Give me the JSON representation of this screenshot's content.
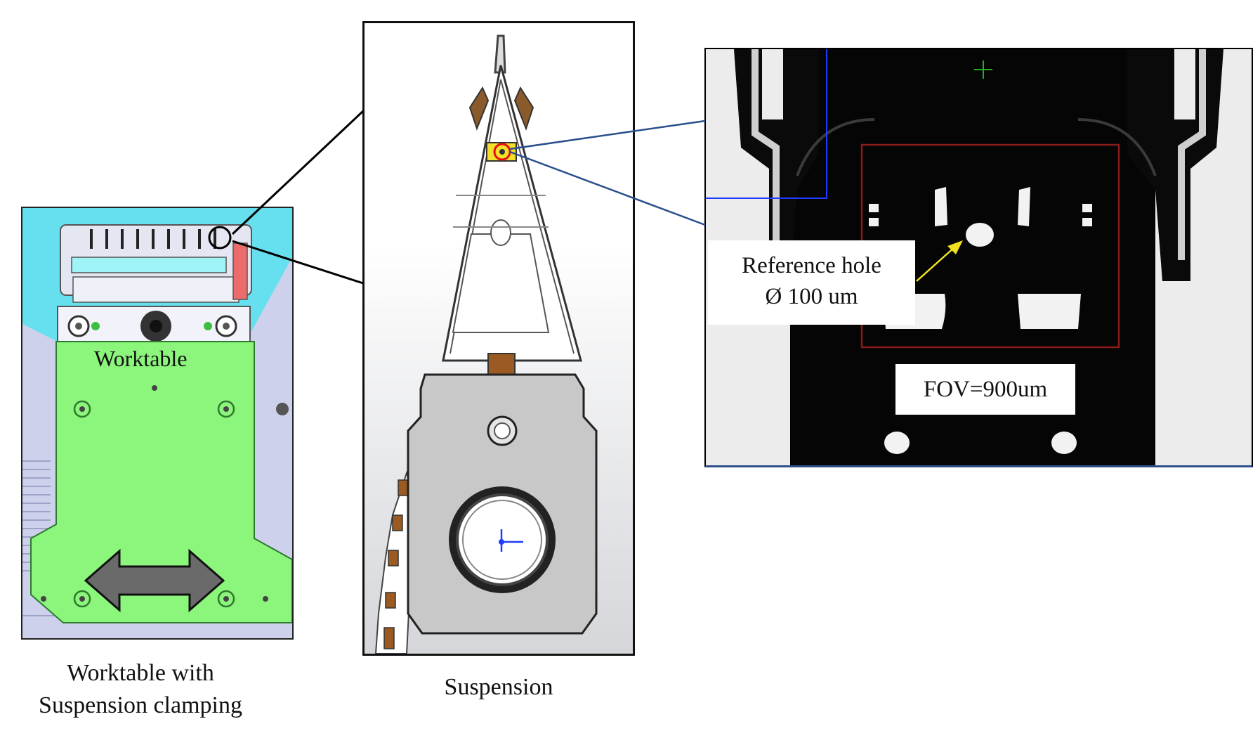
{
  "panels": {
    "worktable": {
      "inner_label": "Worktable",
      "caption_line1": "Worktable with",
      "caption_line2": "Suspension  clamping"
    },
    "suspension": {
      "caption": "Suspension"
    },
    "camera": {
      "reference_label_line1": "Reference hole",
      "reference_label_line2": "Ø 100 um",
      "fov_label": "FOV=900um"
    }
  },
  "colors": {
    "worktable_bg": "#66e0ee",
    "worktable_plate": "#8cf57c",
    "camera_bg": "#050505",
    "roi_box": "#8b1a1a",
    "connector_dark": "#000000",
    "connector_blue": "#2b4f8c",
    "reference_arrow": "#f0e020"
  },
  "icons": [
    "double-headed-arrow-icon",
    "crosshair-icon",
    "red-circle-marker-icon"
  ]
}
